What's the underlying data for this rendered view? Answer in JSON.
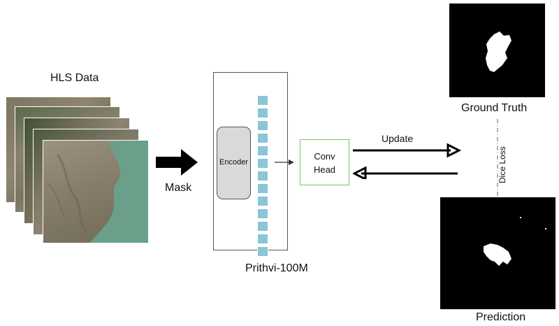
{
  "labels": {
    "hls_data": "HLS Data",
    "mask": "Mask",
    "encoder": "Encoder",
    "conv_head_line1": "Conv",
    "conv_head_line2": "Head",
    "model_name": "Prithvi-100M",
    "update": "Update",
    "ground_truth": "Ground Truth",
    "prediction": "Prediction",
    "dice_loss": "Dice Loss"
  },
  "tokens": {
    "count": 13,
    "color": "#8cc4d8"
  },
  "colors": {
    "conv_head_border": "#7cc26b",
    "encoder_fill": "#d9d9d9",
    "satellite_land": "#8a7e6a",
    "satellite_water": "#6a9f8a",
    "mask_background": "#000000",
    "mask_foreground": "#ffffff"
  }
}
